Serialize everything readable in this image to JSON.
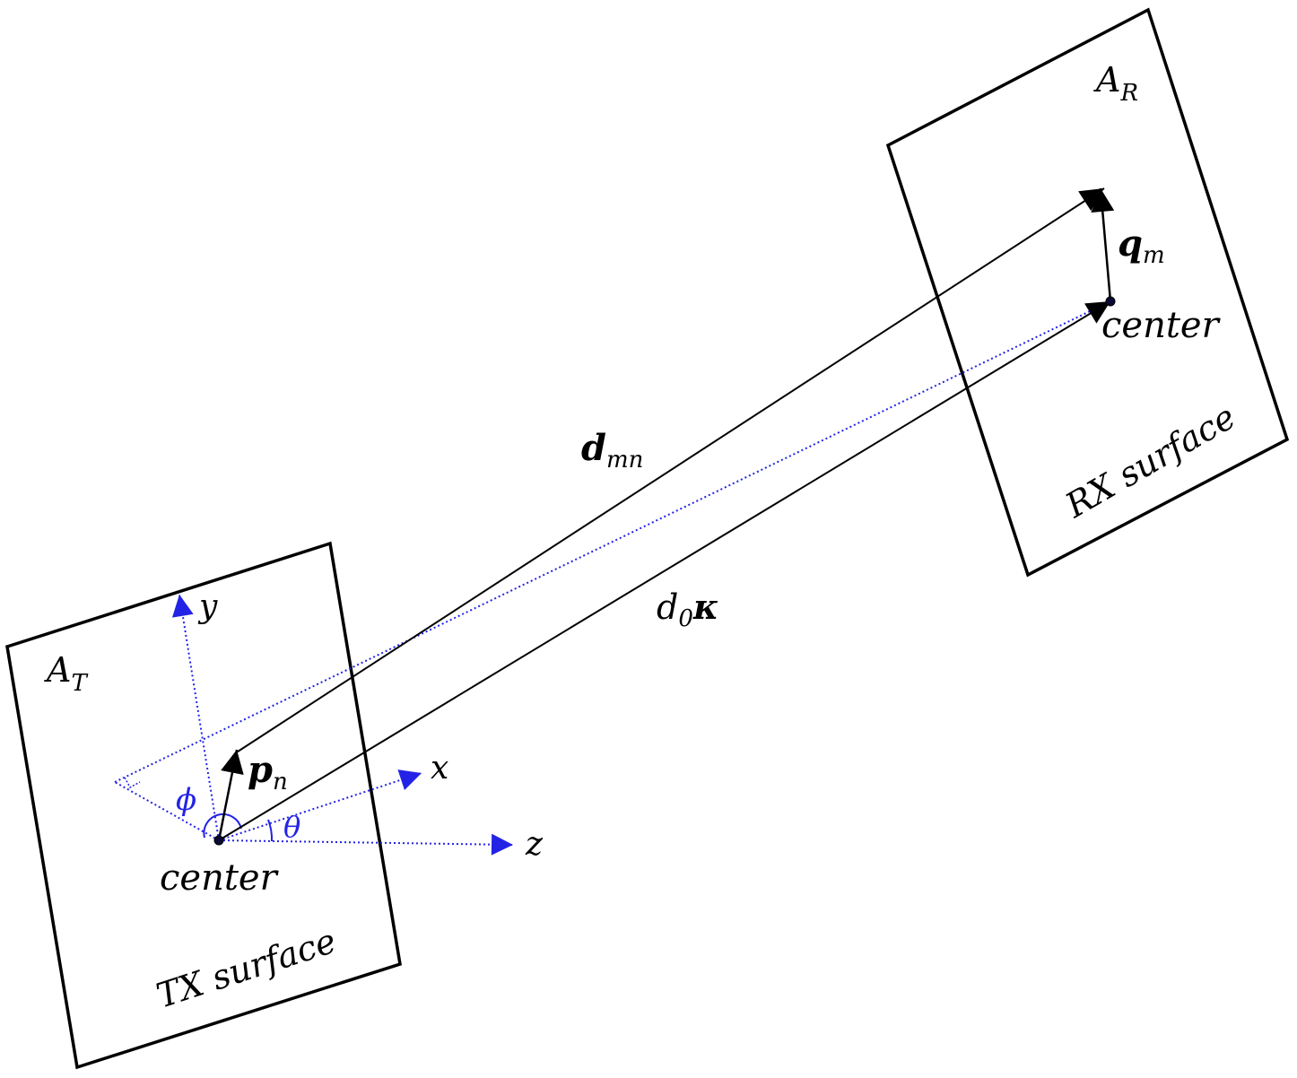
{
  "surfaces": {
    "tx": {
      "area_symbol": "A",
      "area_subscript": "T",
      "name": "TX surface",
      "center_label": "center"
    },
    "rx": {
      "area_symbol": "A",
      "area_subscript": "R",
      "name": "RX surface",
      "center_label": "center"
    }
  },
  "vectors": {
    "p": {
      "symbol": "p",
      "subscript": "n"
    },
    "q": {
      "symbol": "q",
      "subscript": "m"
    },
    "d": {
      "symbol": "d",
      "subscript": "mn"
    },
    "d0k": {
      "symbol": "d",
      "subscript": "0",
      "bold_symbol": "κ"
    }
  },
  "axes": {
    "x": "x",
    "y": "y",
    "z": "z"
  },
  "angles": {
    "phi": "ϕ",
    "theta": "θ"
  },
  "colors": {
    "outline": "#000000",
    "axis": "#2323e6"
  }
}
